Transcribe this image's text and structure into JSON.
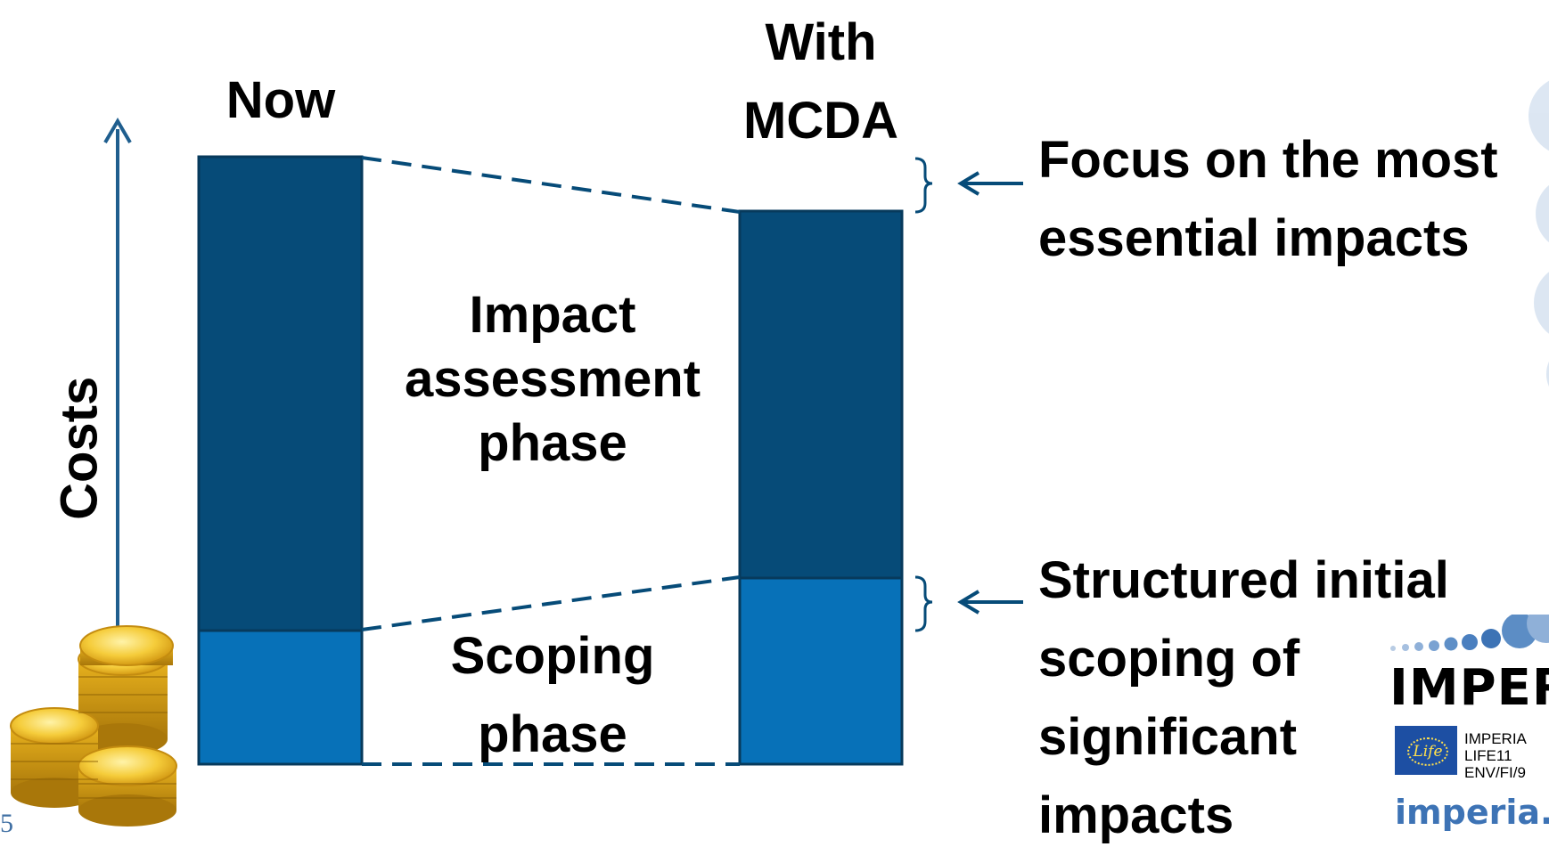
{
  "diagram": {
    "y_axis_label": "Costs",
    "columns": [
      {
        "header": "Now"
      },
      {
        "header": "With\nMCDA"
      }
    ],
    "phases": {
      "impact": "Impact\nassessment\nphase",
      "scoping": "Scoping\nphase"
    },
    "annotations": {
      "top": "Focus on the most\nessential impacts",
      "bottom": "Structured initial\nscoping of\nsignificant\nimpacts"
    },
    "page_number": "5",
    "colors": {
      "dark_blue": "#064B78",
      "light_blue": "#0771B8",
      "axis": "#1F5E8E"
    }
  },
  "logo": {
    "brand": "IMPERIA",
    "project_line1": "IMPERIA",
    "project_line2": "LIFE11",
    "project_line3": "ENV/FI/9",
    "life_text": "Life",
    "website": "imperia.jy"
  }
}
